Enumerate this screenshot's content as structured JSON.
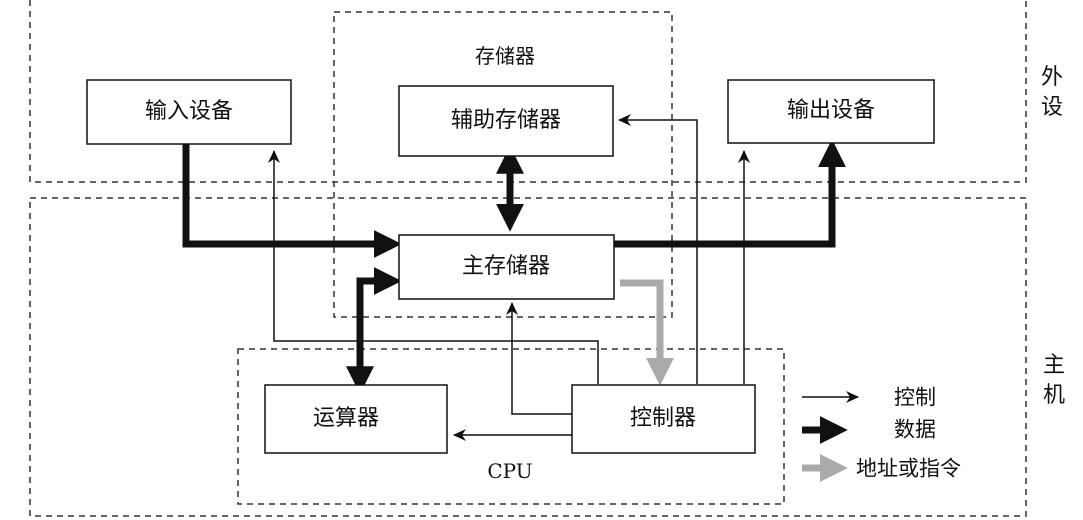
{
  "regions": {
    "peripheral_label_1": "外",
    "peripheral_label_2": "设",
    "host_label_1": "主",
    "host_label_2": "机",
    "memory": "存储器",
    "cpu": "CPU"
  },
  "boxes": {
    "input_device": "输入设备",
    "auxiliary_memory": "辅助存储器",
    "output_device": "输出设备",
    "main_memory": "主存储器",
    "alu": "运算器",
    "controller": "控制器"
  },
  "legend": {
    "control": "控制",
    "data": "数据",
    "address_or_instruction": "地址或指令"
  },
  "colors": {
    "line": "#111111",
    "address": "#aaaaaa",
    "dash": "#333333"
  }
}
